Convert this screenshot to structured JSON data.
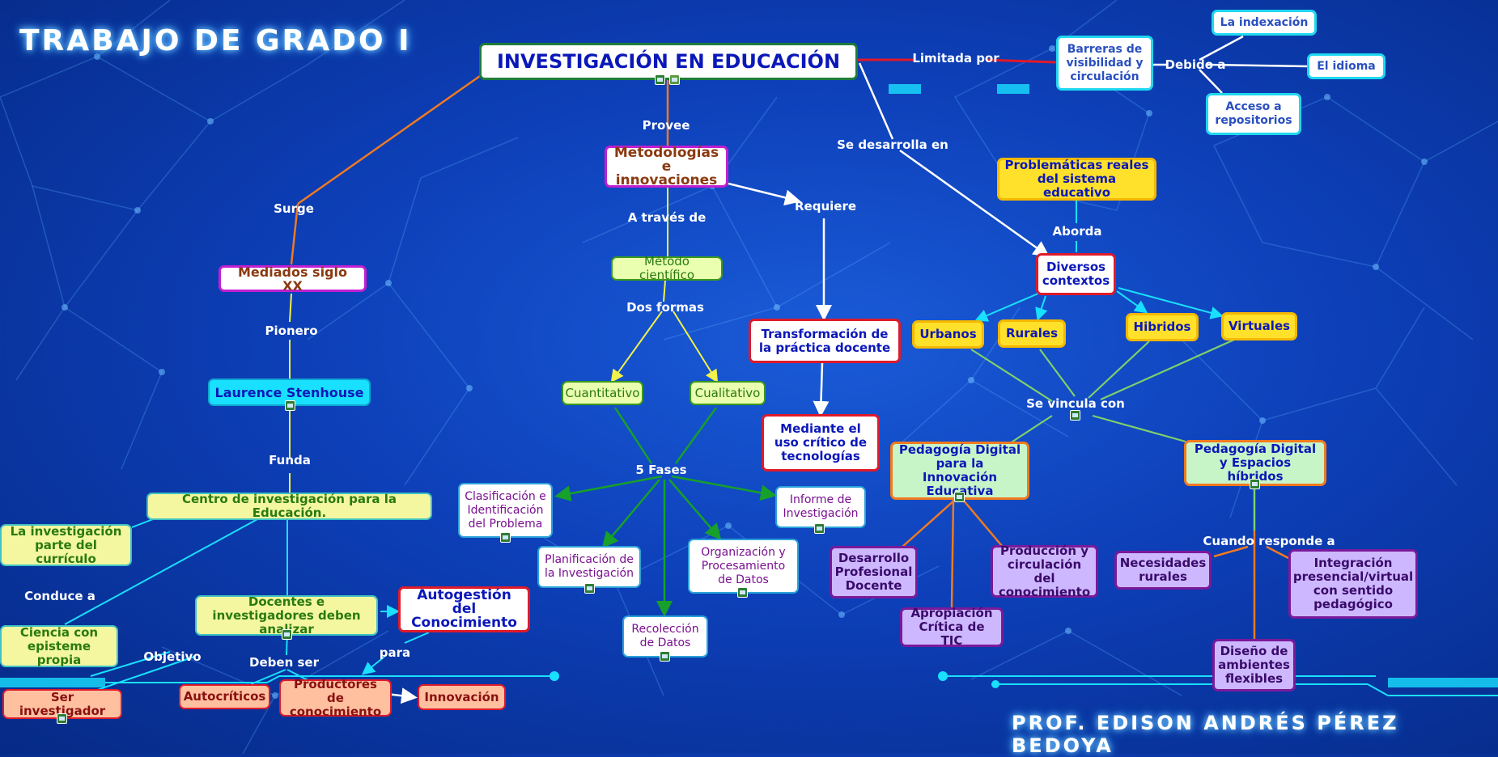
{
  "title": "TRABAJO DE GRADO I",
  "author": "PROF. EDISON ANDRÉS PÉREZ BEDOYA",
  "nodes": {
    "main": "INVESTIGACIÓN EN EDUCACIÓN",
    "barreras": "Barreras de visibilidad y circulación",
    "indexacion": "La indexación",
    "idioma": "El idioma",
    "repositorios": "Acceso a repositorios",
    "metodologias": "Metodologías e innovaciones",
    "metodo": "Método científico",
    "cuantitativo": "Cuantitativo",
    "cualitativo": "Cualitativo",
    "transformacion": "Transformación de la práctica docente",
    "mediante": "Mediante el uso crítico de tecnologías",
    "clasificacion": "Clasificación e Identificación del Problema",
    "informe": "Informe de Investigación",
    "planificacion": "Planificación de la Investigación",
    "organizacion": "Organización y Procesamiento de Datos",
    "recoleccion": "Recolección de Datos",
    "mediados": "Mediados siglo XX",
    "stenhouse": "Laurence Stenhouse",
    "centro": "Centro de investigación para la Educación.",
    "curriculo": "La investigación parte del currículo",
    "ciencia": "Ciencia con episteme propia",
    "docentes": "Docentes e investigadores deben analizar",
    "autogestion": "Autogestión del Conocimiento",
    "ser_inv": "Ser investigador",
    "autocriticos": "Autocríticos",
    "productores": "Productores de conocimiento",
    "innovacion": "Innovación",
    "problematicas": "Problemáticas reales del sistema educativo",
    "diversos": "Diversos contextos",
    "urbanos": "Urbanos",
    "rurales": "Rurales",
    "hibridos": "Hibridos",
    "virtuales": "Virtuales",
    "pedagogia_innov": "Pedagogía Digital para la Innovación Educativa",
    "pedagogia_hib": "Pedagogía Digital y Espacios híbridos",
    "desarrollo": "Desarrollo Profesional Docente",
    "apropiacion": "Apropiación Crítica de TIC",
    "produccion": "Producción y circulación del conocimiento",
    "necesidades": "Necesidades rurales",
    "integracion": "Integración presencial/virtual con sentido pedagógico",
    "diseno": "Diseño de ambientes flexibles"
  },
  "labels": {
    "limitada": "Limitada por",
    "debido": "Debido a",
    "provee": "Provee",
    "desarrolla": "Se desarrolla en",
    "atraves": "A través de",
    "requiere": "Requiere",
    "dosformas": "Dos formas",
    "fases": "5 Fases",
    "surge": "Surge",
    "pionero": "Pionero",
    "funda": "Funda",
    "conduce": "Conduce a",
    "objetivo": "Objetivo",
    "debenser": "Deben ser",
    "para": "para",
    "aborda": "Aborda",
    "vincula": "Se vincula con",
    "cuando": "Cuando responde a"
  },
  "colors": {
    "background": "#0d3fb8",
    "link_red": "#e01a2a",
    "link_white": "#ffffff",
    "link_orange": "#f07a20",
    "link_yellow": "#f2f24a",
    "link_green": "#17a02a",
    "link_cyan": "#19e0ff",
    "link_lightgreen": "#7fd06a"
  }
}
